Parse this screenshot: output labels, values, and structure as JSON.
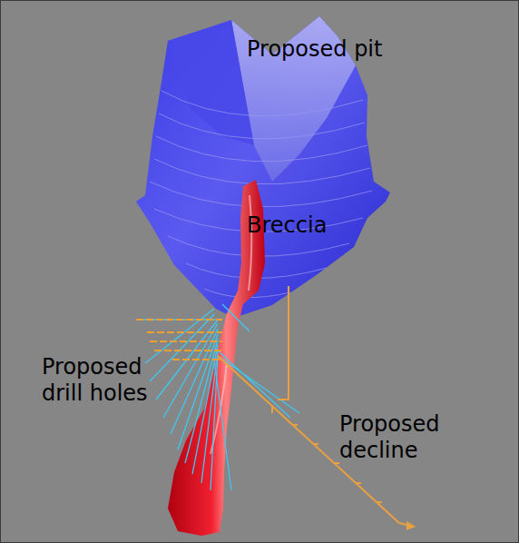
{
  "diagram": {
    "labels": [
      "Proposed pit",
      "Breccia",
      "Proposed drill holes",
      "Proposed decline"
    ]
  }
}
